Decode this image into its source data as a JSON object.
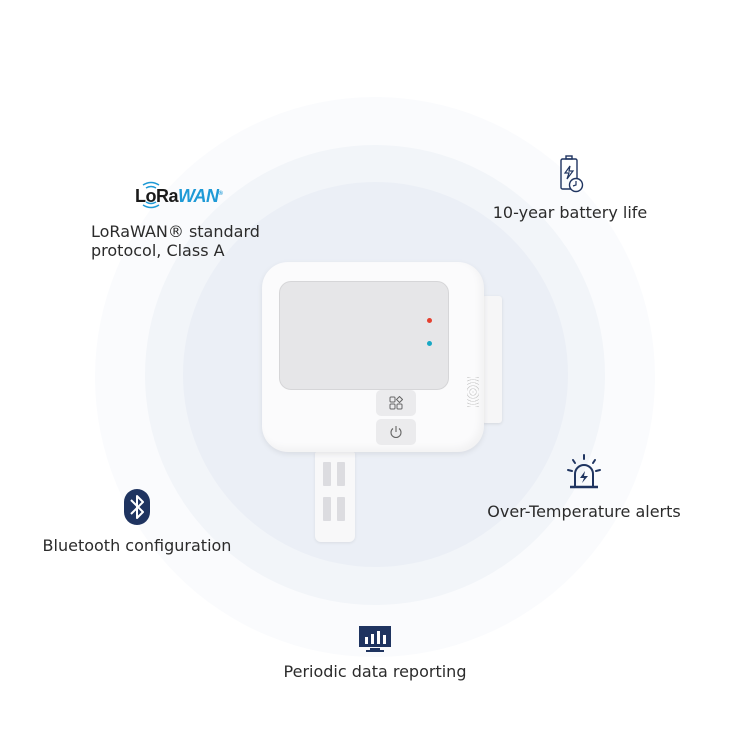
{
  "features": {
    "lorawan": {
      "logo_text_dark": "LoRa",
      "logo_text_blue": "WAN",
      "logo_mark": "®",
      "line1": "LoRaWAN® standard",
      "line2": "protocol, Class A",
      "icon": "lorawan-logo"
    },
    "battery": {
      "label": "10-year battery life",
      "icon": "battery-clock-icon"
    },
    "alerts": {
      "label": "Over-Temperature alerts",
      "icon": "alarm-beacon-icon"
    },
    "bluetooth": {
      "label": "Bluetooth configuration",
      "icon": "bluetooth-icon"
    },
    "reporting": {
      "label": "Periodic data reporting",
      "icon": "monitor-chart-icon"
    }
  },
  "device": {
    "led_colors": [
      "#e5402f",
      "#18a8c4"
    ],
    "buttons": [
      "menu-button",
      "power-button"
    ]
  },
  "colors": {
    "icon_navy": "#1f3460",
    "lorawan_blue": "#1e9ad6",
    "ring_outer": "#fafbfd",
    "ring_mid": "#f2f5f9",
    "ring_inner": "#ebeff6",
    "text": "#2b2b2b"
  }
}
